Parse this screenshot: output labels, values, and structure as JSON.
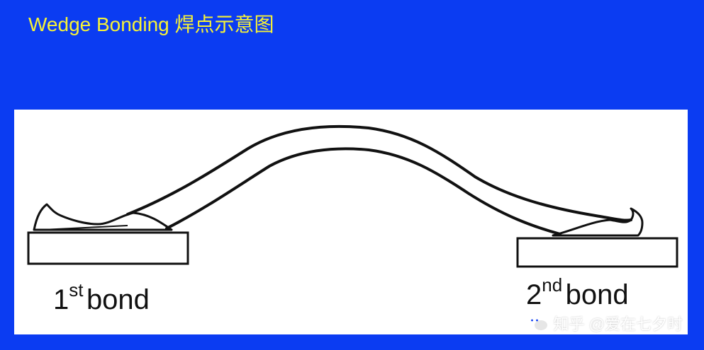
{
  "slide": {
    "title": "Wedge Bonding 焊点示意图"
  },
  "diagram": {
    "first_bond": {
      "number": "1",
      "superscript": "st",
      "word": "bond"
    },
    "second_bond": {
      "number": "2",
      "superscript": "nd",
      "word": "bond"
    }
  },
  "watermark": {
    "icon": "wechat-icon",
    "text": "知乎 @爱在七夕时"
  },
  "colors": {
    "background": "#0b3cf2",
    "title": "#f7f236",
    "panel": "#ffffff",
    "wire": "#111111"
  }
}
